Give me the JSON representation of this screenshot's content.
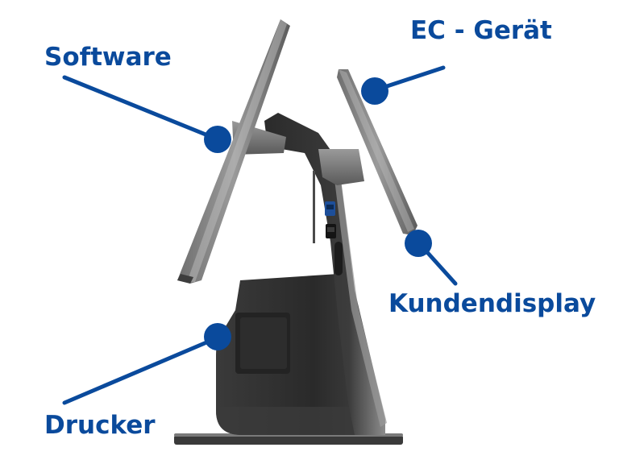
{
  "colors": {
    "accent": "#0a4a9c",
    "device_dark": "#2e2e2e",
    "device_mid": "#555555",
    "device_light": "#8a8a8a",
    "background": "#ffffff"
  },
  "callouts": {
    "software": {
      "label": "Software"
    },
    "ec_geraet": {
      "label": "EC - Gerät"
    },
    "kundendisplay": {
      "label": "Kundendisplay"
    },
    "drucker": {
      "label": "Drucker"
    }
  },
  "device": {
    "usb_port_icon": "usb-port-icon",
    "power_button_icon": "power-button-icon"
  }
}
